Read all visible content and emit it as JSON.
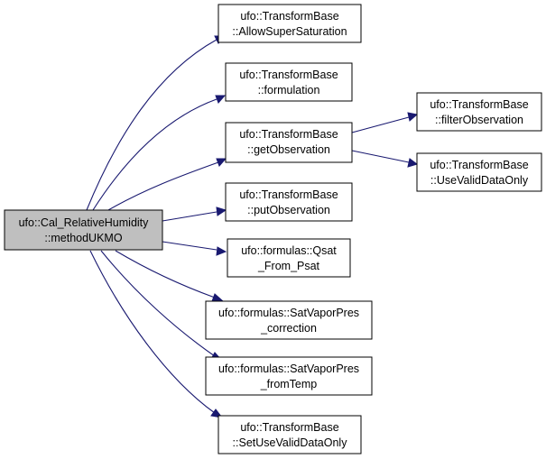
{
  "graph": {
    "edge_color": "#191970",
    "root_fill": "#bfbfbf",
    "nodes": {
      "root": {
        "line1": "ufo::Cal_RelativeHumidity",
        "line2": "::methodUKMO"
      },
      "allow": {
        "line1": "ufo::TransformBase",
        "line2": "::AllowSuperSaturation"
      },
      "form": {
        "line1": "ufo::TransformBase",
        "line2": "::formulation"
      },
      "getobs": {
        "line1": "ufo::TransformBase",
        "line2": "::getObservation"
      },
      "putobs": {
        "line1": "ufo::TransformBase",
        "line2": "::putObservation"
      },
      "qsat": {
        "line1": "ufo::formulas::Qsat",
        "line2": "_From_Psat"
      },
      "svpcorr": {
        "line1": "ufo::formulas::SatVaporPres",
        "line2": "_correction"
      },
      "svptemp": {
        "line1": "ufo::formulas::SatVaporPres",
        "line2": "_fromTemp"
      },
      "setuse": {
        "line1": "ufo::TransformBase",
        "line2": "::SetUseValidDataOnly"
      },
      "filterobs": {
        "line1": "ufo::TransformBase",
        "line2": "::filterObservation"
      },
      "usevalid": {
        "line1": "ufo::TransformBase",
        "line2": "::UseValidDataOnly"
      }
    },
    "edges": [
      [
        "root",
        "allow"
      ],
      [
        "root",
        "form"
      ],
      [
        "root",
        "getobs"
      ],
      [
        "root",
        "putobs"
      ],
      [
        "root",
        "qsat"
      ],
      [
        "root",
        "svpcorr"
      ],
      [
        "root",
        "svptemp"
      ],
      [
        "root",
        "setuse"
      ],
      [
        "getobs",
        "filterobs"
      ],
      [
        "getobs",
        "usevalid"
      ]
    ]
  }
}
